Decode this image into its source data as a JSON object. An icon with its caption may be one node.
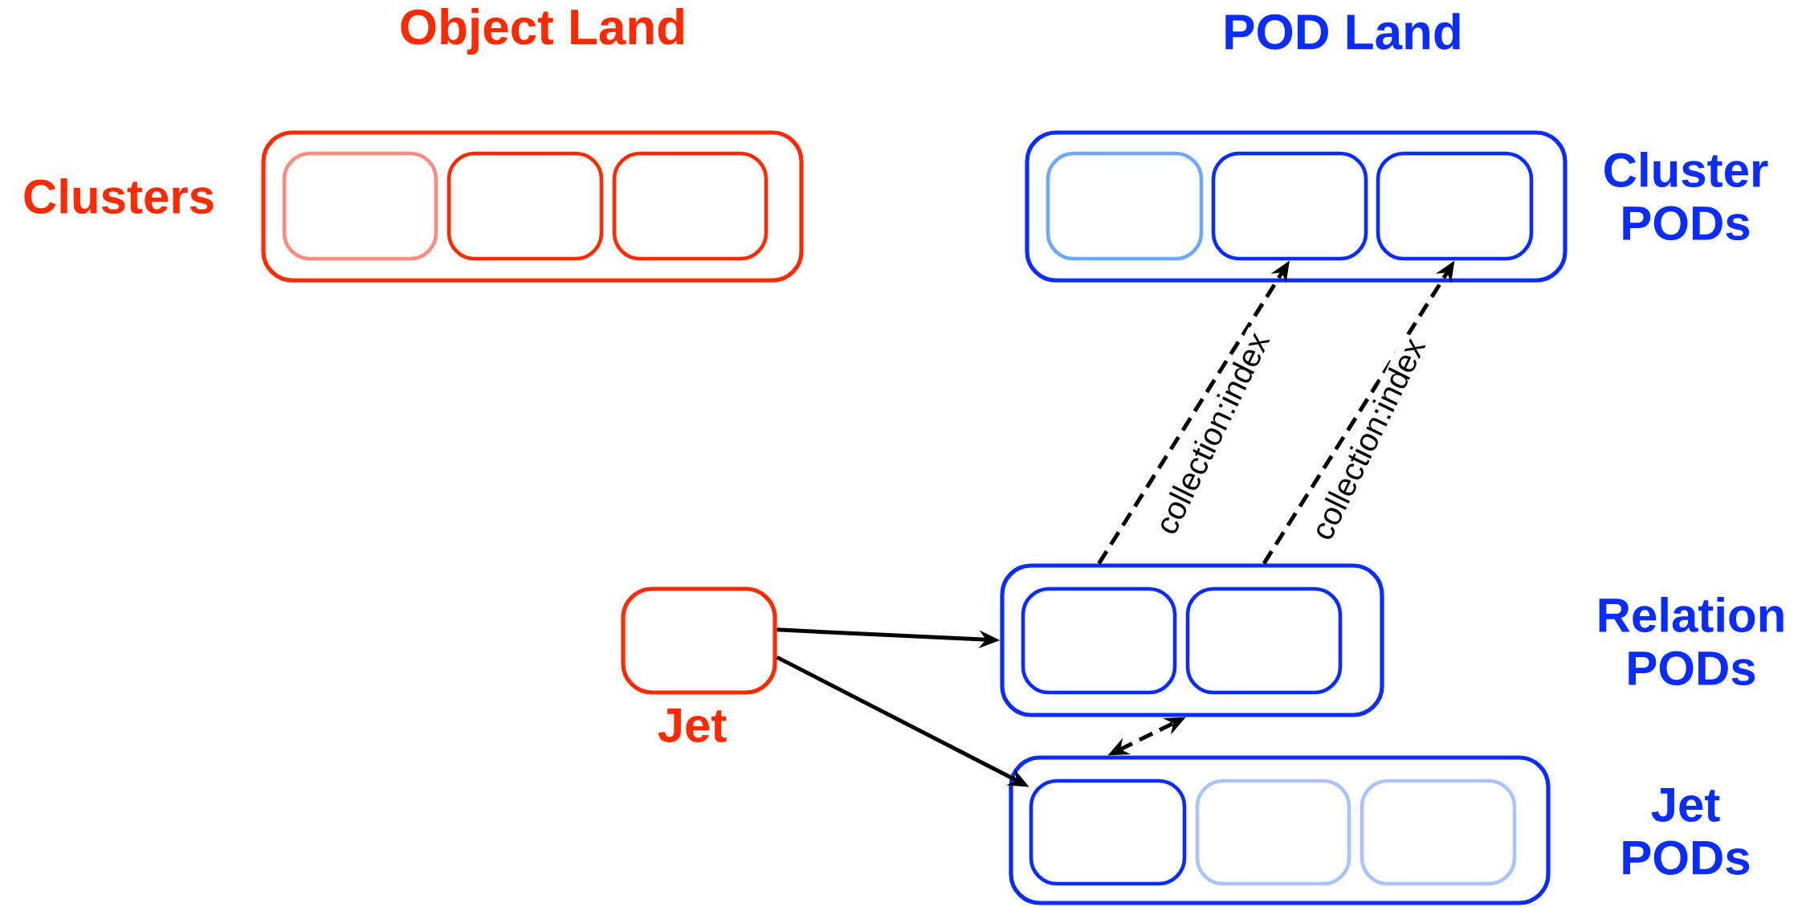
{
  "diagram": {
    "nodes": [
      {
        "text": [
          "Clusters"
        ]
      },
      {
        "text": [],
        "shape": "box",
        "in": 0
      },
      {
        "text": [],
        "shape": "box",
        "in": 0
      },
      {
        "text": [],
        "shape": "box",
        "in": 0
      },
      {
        "text": [
          "Cluster PODs"
        ]
      },
      {
        "text": [],
        "shape": "box",
        "in": 4
      },
      {
        "text": [],
        "shape": "box",
        "in": 4
      },
      {
        "text": [],
        "shape": "box",
        "in": 4
      },
      {
        "text": [
          "Jet"
        ]
      },
      {
        "text": [],
        "shape": "box"
      },
      {
        "text": [],
        "shape": "box",
        "in": 9
      },
      {
        "text": [],
        "shape": "box",
        "in": 9
      },
      {
        "text": [
          "Jet PODs"
        ]
      },
      {
        "text": [],
        "shape": "box",
        "in": 12
      },
      {
        "text": [],
        "shape": "box",
        "in": 12
      },
      {
        "text": [],
        "shape": "box",
        "in": 12
      }
    ],
    "edges": [
      {
        "from": 9,
        "to": 6,
        "arrow": "to",
        "style": "dashed",
        "label": "collection:index"
      },
      {
        "from": 9,
        "to": 7,
        "arrow": "to",
        "style": "dashed",
        "label": "collection:index"
      },
      {
        "from": 8,
        "to": 9,
        "arrow": "to"
      },
      {
        "from": 8,
        "to": 13,
        "arrow": "to"
      },
      {
        "from": 12,
        "to": 9,
        "arrow": "both",
        "style": "dashed"
      }
    ],
    "labels": [
      "Object Land",
      "POD Land",
      "Relation PODs"
    ]
  }
}
